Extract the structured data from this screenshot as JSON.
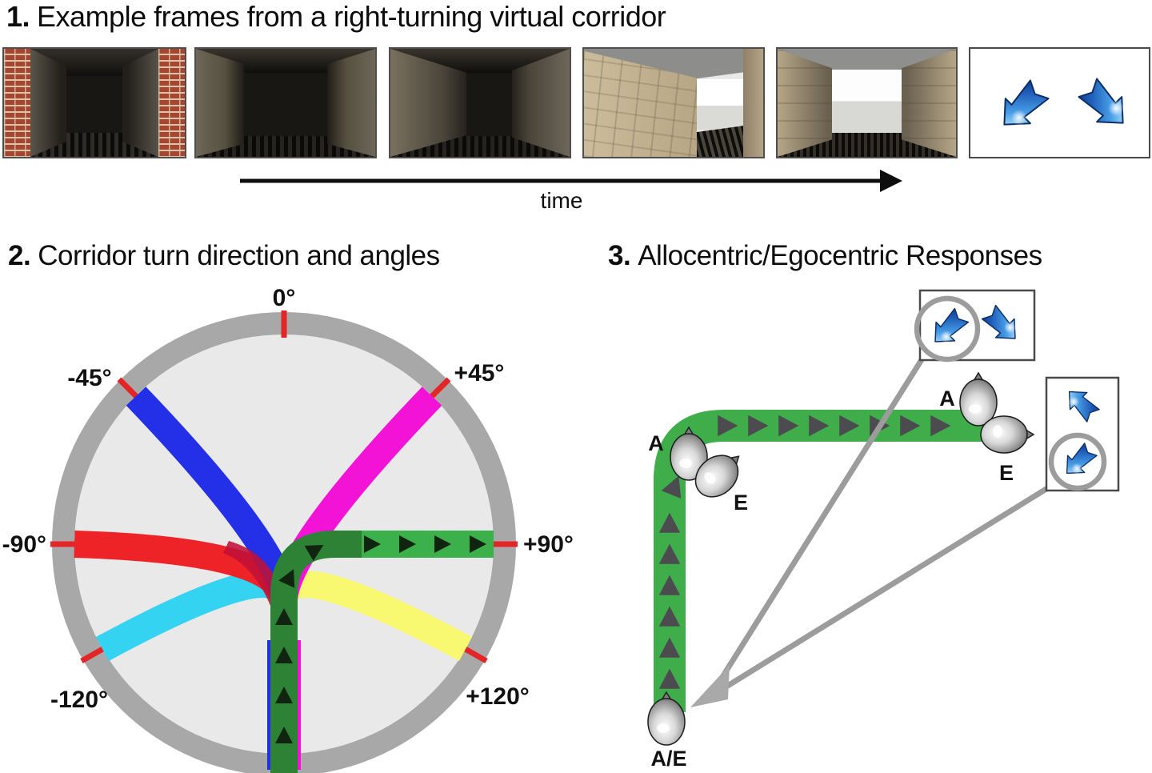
{
  "panel1": {
    "number": "1.",
    "title": "Example frames from a right-turning virtual corridor",
    "time_label": "time",
    "frames": [
      {
        "name": "brick-corridor-start"
      },
      {
        "name": "dark-stone-corridor"
      },
      {
        "name": "stone-corridor-nearing-turn"
      },
      {
        "name": "right-turn-revealed"
      },
      {
        "name": "corridor-end-after-turn"
      }
    ],
    "response_options": [
      "turn-left-arrow",
      "turn-right-arrow"
    ]
  },
  "panel2": {
    "number": "2.",
    "title": "Corridor turn direction and angles",
    "angle_labels": {
      "zero": "0°",
      "minus45": "-45°",
      "plus45": "+45°",
      "minus90": "-90°",
      "plus90": "+90°",
      "minus120": "-120°",
      "plus120": "+120°"
    },
    "tick_color": "#e32528",
    "corridors": [
      {
        "angle_deg": 120,
        "color": "#f9f871"
      },
      {
        "angle_deg": -120,
        "color": "#35d3f2"
      },
      {
        "angle_deg": -90,
        "color": "#ee2327"
      },
      {
        "angle_deg": -45,
        "color": "#2330e8"
      },
      {
        "angle_deg": 45,
        "color": "#f313d6"
      },
      {
        "angle_deg": 90,
        "color": "#3cb04b",
        "traveled": true
      }
    ]
  },
  "panel3": {
    "number": "3.",
    "title": "Allocentric/Egocentric Responses",
    "path_color": "#3fae4a",
    "labels": {
      "start": "A/E",
      "elbow_allocentric": "A",
      "elbow_egocentric": "E",
      "end_allocentric": "A",
      "end_egocentric": "E"
    },
    "response_boxes": [
      {
        "options": [
          "turn-left-arrow",
          "turn-right-arrow"
        ],
        "circled": "turn-left-arrow"
      },
      {
        "options": [
          "up-left-arrow",
          "down-left-arrow"
        ],
        "circled": "down-left-arrow"
      }
    ]
  }
}
